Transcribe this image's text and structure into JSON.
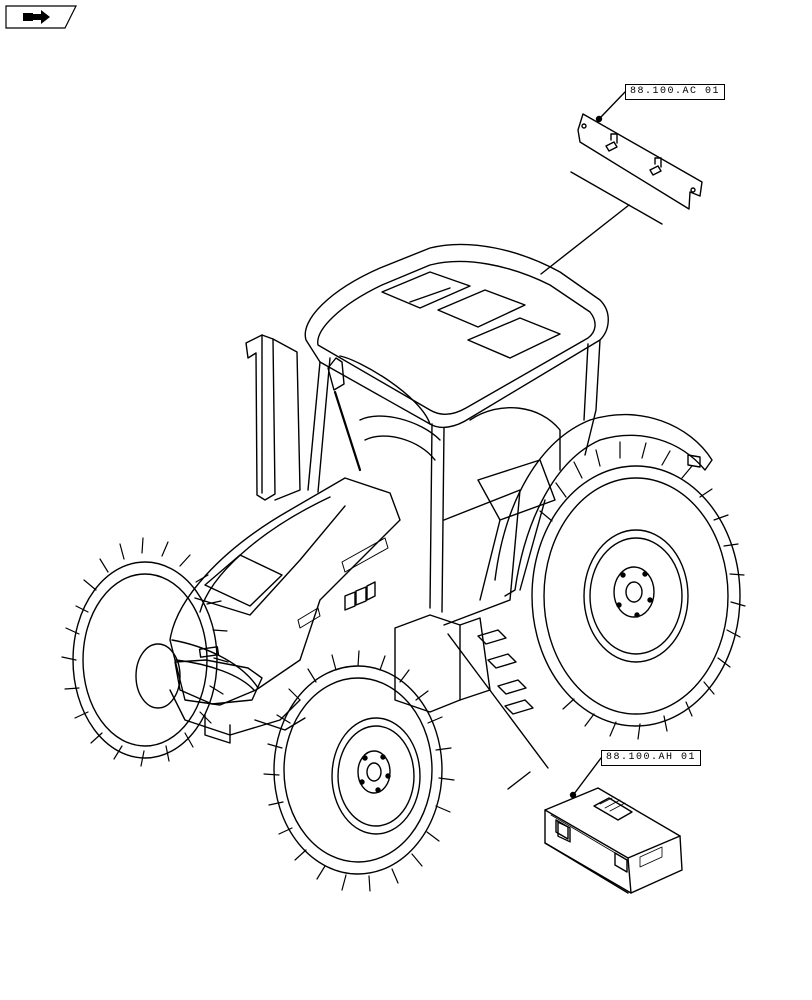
{
  "callouts": [
    {
      "id": "roof-bracket",
      "label": "88.100.AC 01"
    },
    {
      "id": "toolbox",
      "label": "88.100.AH 01"
    }
  ],
  "icons": {
    "nav": "page-navigation-arrow-icon"
  },
  "colors": {
    "line": "#000000",
    "background": "#ffffff"
  }
}
